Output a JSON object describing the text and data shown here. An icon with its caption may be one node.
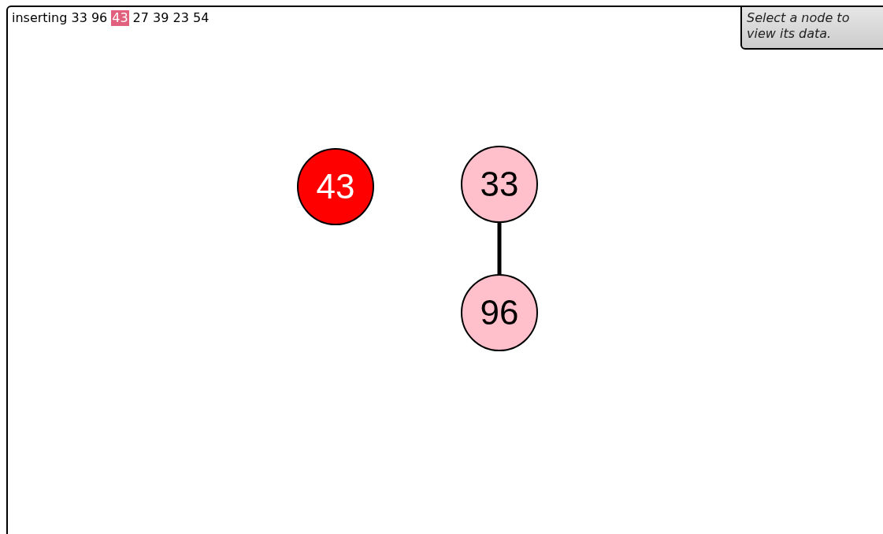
{
  "diagram": {
    "nodes": [
      {
        "text": [
          "43"
        ]
      },
      {
        "text": [
          "33"
        ]
      },
      {
        "text": [
          "96"
        ]
      }
    ],
    "edges": [
      {
        "from": 1,
        "to": 2,
        "arrow": "none"
      }
    ],
    "labels": [
      "inserting 33 96",
      "43",
      "27 39 23 54",
      "Select a node to view its data."
    ]
  }
}
